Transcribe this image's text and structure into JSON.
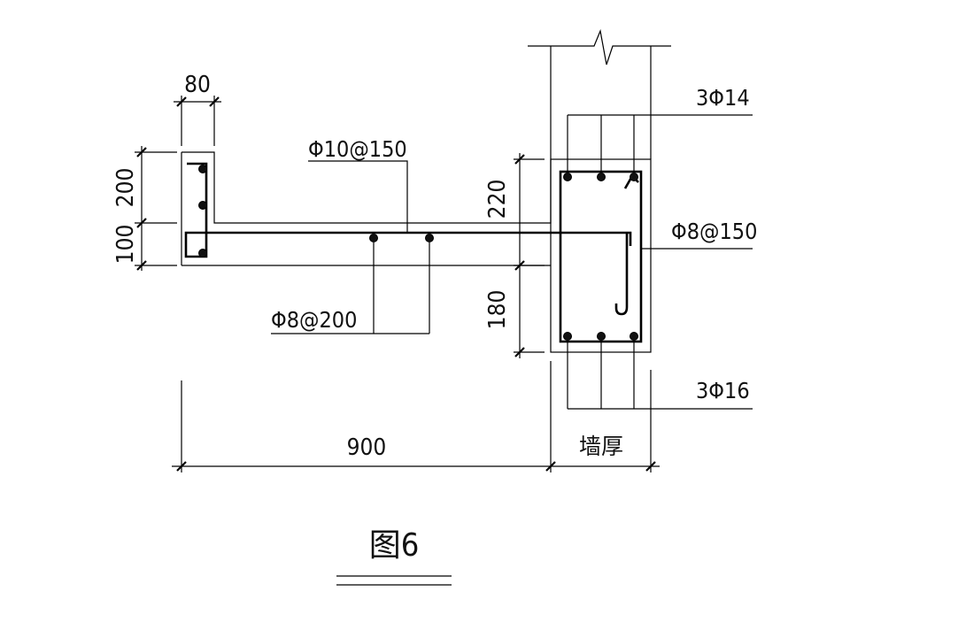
{
  "dimensions": {
    "ledge_width": "80",
    "ledge_height": "200",
    "slab_thickness": "100",
    "beam_top": "220",
    "beam_bottom": "180",
    "cantilever_length": "900",
    "wall_thickness": "墙厚"
  },
  "rebar_labels": {
    "slab_top": "Φ10@150",
    "slab_bottom": "Φ8@200",
    "beam_top": "3Φ14",
    "stirrup": "Φ8@150",
    "beam_bottom": "3Φ16"
  },
  "caption": "图6"
}
